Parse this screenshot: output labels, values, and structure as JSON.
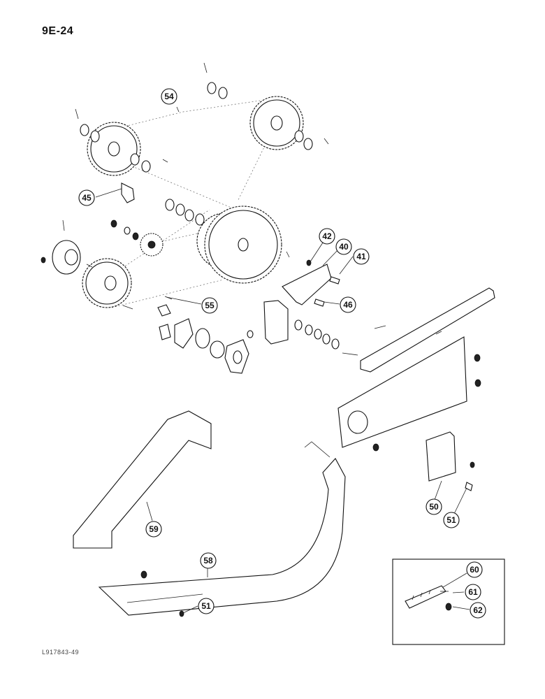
{
  "page_number": "9E-24",
  "figure_code": "L917843-49",
  "callouts": [
    "54",
    "45",
    "42",
    "40",
    "41",
    "55",
    "46",
    "50",
    "51",
    "59",
    "58",
    "51",
    "60",
    "61",
    "62"
  ]
}
